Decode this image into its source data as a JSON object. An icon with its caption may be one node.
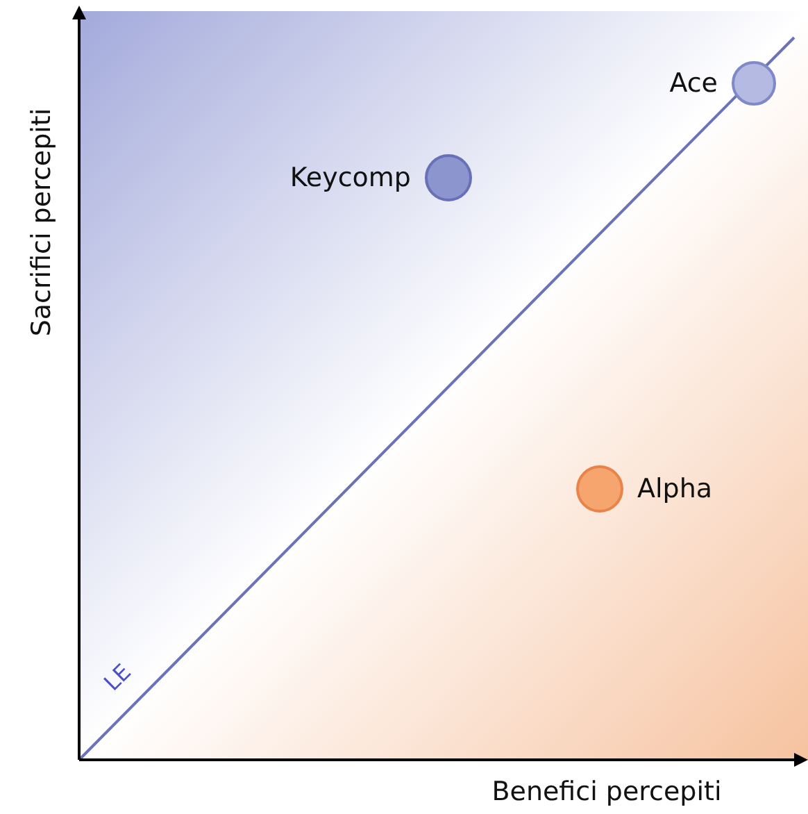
{
  "diagram": {
    "nodes": [
      {
        "text": [
          "Ace"
        ]
      },
      {
        "text": [
          "Keycomp"
        ]
      },
      {
        "text": [
          "Alpha"
        ]
      }
    ],
    "labels": [
      "Sacrifici percepiti",
      "Benefici percepiti",
      "LE"
    ]
  }
}
